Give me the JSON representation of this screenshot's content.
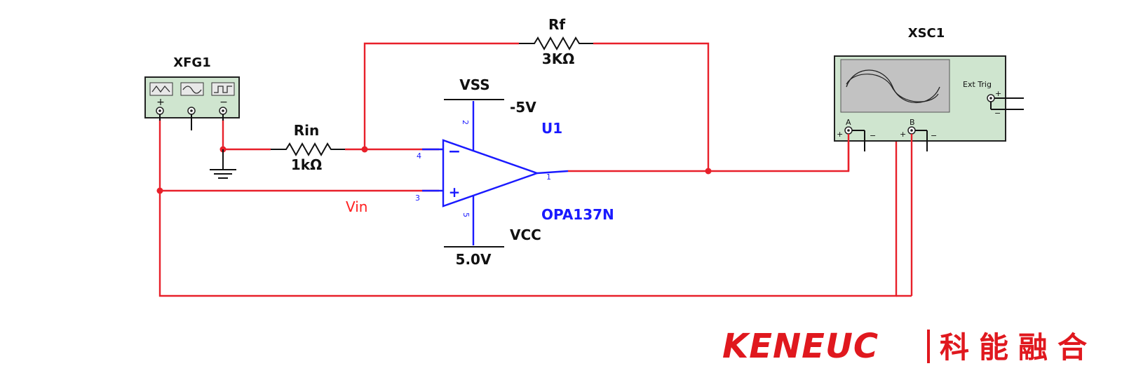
{
  "instruments": {
    "function_generator": {
      "name": "XFG1",
      "terminals": [
        "+",
        "−"
      ],
      "wave_icons": [
        "triangle-wave-icon",
        "sine-wave-icon",
        "square-wave-icon"
      ]
    },
    "oscilloscope": {
      "name": "XSC1",
      "ext_trig": "Ext Trig",
      "channel_a": "A",
      "channel_b": "B",
      "plus": "+",
      "minus": "−"
    }
  },
  "components": {
    "rin": {
      "name": "Rin",
      "value": "1kΩ"
    },
    "rf": {
      "name": "Rf",
      "value": "3KΩ"
    },
    "opamp": {
      "ref": "U1",
      "model": "OPA137N",
      "pin_inv": "4",
      "pin_noninv": "3",
      "pin_out": "1",
      "pin_vminus": "2",
      "pin_vplus": "5",
      "sym_minus": "−",
      "sym_plus": "+"
    },
    "vss": {
      "name": "VSS",
      "value": "-5V"
    },
    "vcc": {
      "name": "VCC",
      "value": "5.0V"
    }
  },
  "nets": {
    "vin": "Vin"
  },
  "brand": {
    "latin": "KENEUC",
    "chinese": "科能融合"
  },
  "colors": {
    "wire": "#e8202a",
    "opamp": "#1a1aff",
    "instrument_fill": "#cfe5cf",
    "brand": "#e0181e"
  }
}
